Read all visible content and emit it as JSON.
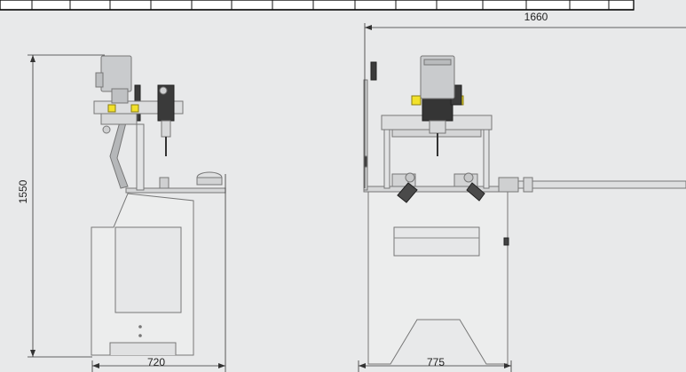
{
  "dimensions": {
    "overall_height": "1550",
    "side_width": "720",
    "overall_length": "1660",
    "front_width": "775"
  },
  "colors": {
    "background": "#e8e9ea",
    "machine_body": "#eceded",
    "outline": "#6b6b6b",
    "dimension_line": "#333333",
    "highlight": "#f2e12a",
    "motor": "#c9cbcd"
  },
  "header_table": {
    "columns": 16
  }
}
